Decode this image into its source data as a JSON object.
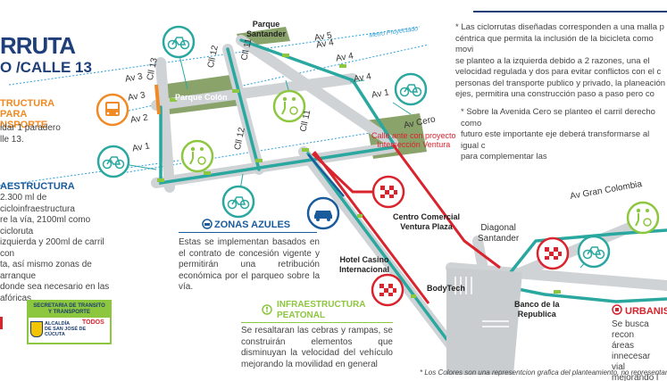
{
  "header": {
    "title_line1": "RRUTA",
    "title_line2": "O /CALLE 13"
  },
  "left_panel": {
    "transport_heading": "TRUCTURA PARA\nNSPORTE",
    "transport_text": "idar 1 paradero\nlle 13.",
    "infra_heading": "AESTRUCTURA",
    "infra_text": "2.300 ml de cicloinfraestructura\nre la vía, 2100ml como cicloruta\nizquierda y 200ml de carril con\nta, así mismo zonas de arranque\ndonde sea necesario en las\nafóricas."
  },
  "logos": {
    "secretaria": "SECRETARIA DE TRANSITO\nY TRANSPORTE",
    "alcaldia": "ALCALDÍA\nDE SAN JOSÉ DE\nCÚCUTA",
    "todos": "TODOS"
  },
  "map_labels": {
    "parque_santander": "Parque\nSantander",
    "parque_colon": "Parque Colón",
    "metro_proyectado": "Metro Proyectado",
    "calle_proyecto": "Calle ante con proyecto\nIntersección Ventura",
    "centro_comercial": "Centro Comercial\nVentura Plaza",
    "hotel": "Hotel Casino\nInternacional",
    "bodytech": "BodyTech",
    "diagonal": "Diagonal\nSantander",
    "banco": "Banco de la\nRepublica",
    "gran_colombia": "Av Gran Colombia",
    "av_cero": "Av Cero",
    "cll13": "Cll 13",
    "cll12a": "Cll 12",
    "cll11a": "Cll 11",
    "cll12b": "Cll 12",
    "cll11b": "Cll 11",
    "av1a": "Av 1",
    "av1b": "Av 1",
    "av2": "Av 2",
    "av3a": "Av 3",
    "av3b": "Av 3",
    "av4a": "Av 4",
    "av4b": "Av 4",
    "av5": "Av 5",
    "av4c": "Av 4"
  },
  "zonas_azules": {
    "heading": "ZONAS AZULES",
    "text": "Estas se implementan basados en el contrato de concesión vigente y permitirán una retribución económica por el parqueo sobre la vía."
  },
  "peatonal": {
    "heading": "INFRAESTRUCTURA\nPEATONAL",
    "text": "Se resaltaran las cebras y rampas, se construirán elementos que disminuyan la velocidad del vehículo mejorando la movilidad en general"
  },
  "right_panel": {
    "text1": "* Las ciclorrutas diseñadas corresponden a una malla p\ncéntrica que permita la inclusión de la bicicleta como movi\nse planteo a la izquierda debido a 2 razones, una el\nvelocidad regulada y dos para evitar conflictos con el c\npersonas del transporte publico  y privado, la planeación\nejes, permitira una construcción paso a paso pero co",
    "text2": "* Sobre la Avenida Cero se planteo el carril derecho como\nfuturo este importante eje deberá transformarse al igual c\npara complementar las",
    "urbanismo_heading": "URBANISM",
    "urbanismo_text": "Se busca recon\náreas innecesar\nvial mejorando l"
  },
  "footer": "* Los Colores son una representcion grafica del planteamiento, no representan el",
  "colors": {
    "cycle": "#2aa8a0",
    "orange": "#f08a24",
    "red": "#d9232d",
    "blue": "#1a5b9c",
    "green": "#8dc63f",
    "road": "#cfd3d6"
  }
}
